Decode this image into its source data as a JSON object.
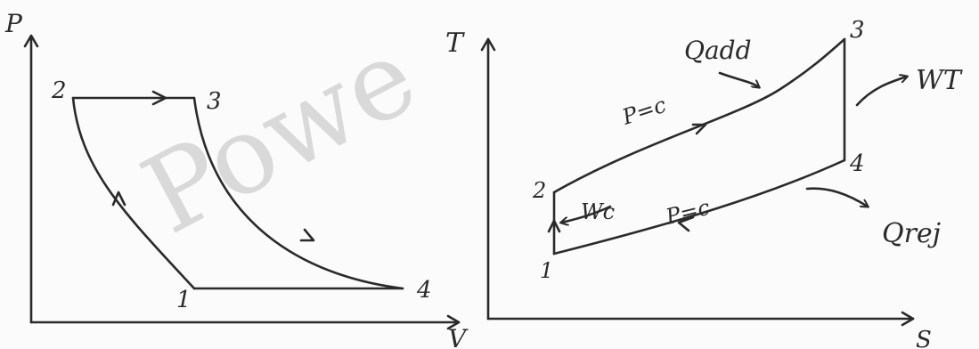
{
  "watermark": "Powe",
  "pv_diagram": {
    "axis_y": "P",
    "axis_x": "V",
    "points": {
      "p1": "1",
      "p2": "2",
      "p3": "3",
      "p4": "4"
    }
  },
  "ts_diagram": {
    "axis_y": "T",
    "axis_x": "S",
    "points": {
      "p1": "1",
      "p2": "2",
      "p3": "3",
      "p4": "4"
    },
    "label_qadd": "Qadd",
    "label_wt": "WT",
    "label_wc": "Wc",
    "label_qrej": "Qrej",
    "label_upper_pc": "P=c",
    "label_lower_pc": "P=c"
  },
  "colors": {
    "ink": "#2a2a2a",
    "watermark": "#d9d9d9",
    "paper": "#fbfbfb"
  }
}
